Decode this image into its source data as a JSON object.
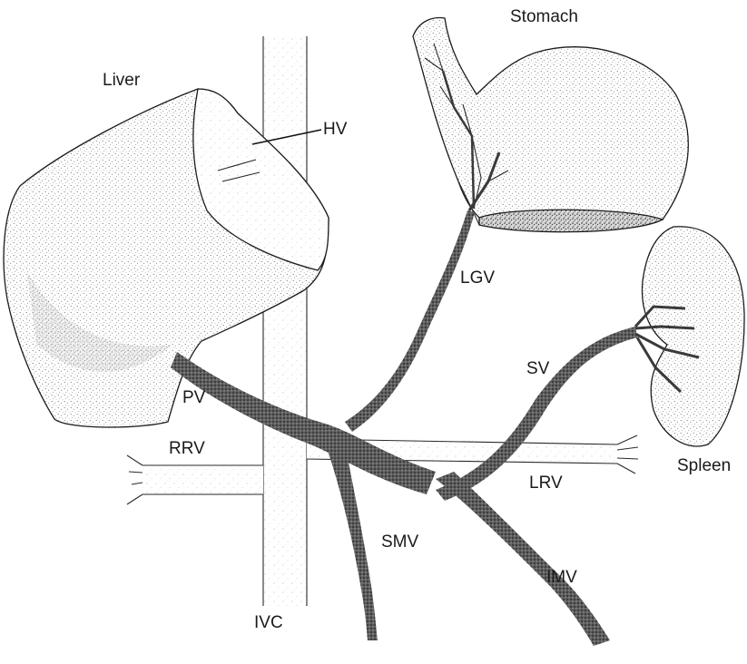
{
  "labels": {
    "stomach": "Stomach",
    "liver": "Liver",
    "hv": "HV",
    "lgv": "LGV",
    "spleen": "Spleen",
    "sv": "SV",
    "pv": "PV",
    "rrv": "RRV",
    "lrv": "LRV",
    "smv": "SMV",
    "ivc": "IVC",
    "imv": "IMV"
  },
  "colors": {
    "line": "#1c1c1c",
    "vessel": "#4a4a4a",
    "stipple": "#7a7a7a",
    "background": "#ffffff"
  }
}
